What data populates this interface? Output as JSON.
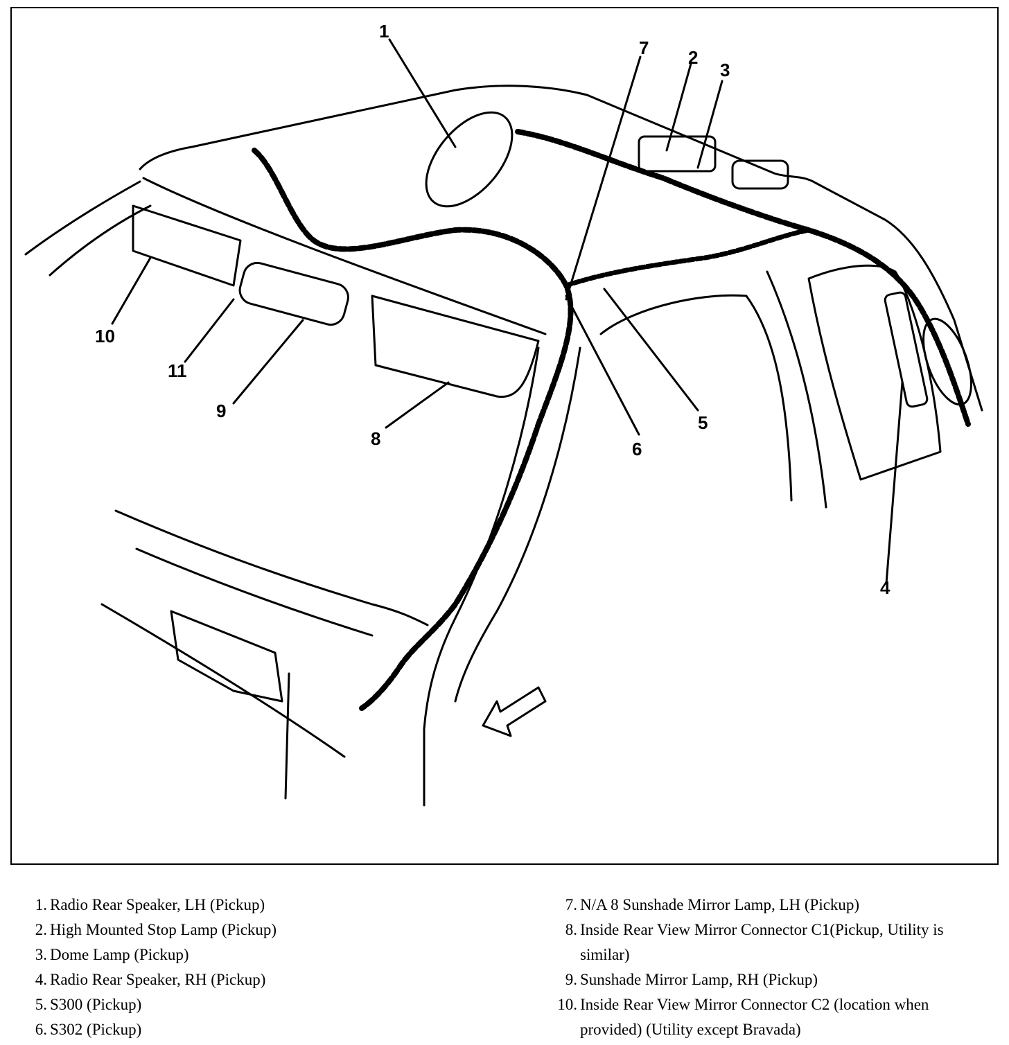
{
  "figure": {
    "callouts": [
      "1",
      "2",
      "3",
      "4",
      "5",
      "6",
      "7",
      "8",
      "9",
      "10",
      "11"
    ]
  },
  "legend": {
    "left": [
      {
        "num": "1.",
        "text": "Radio Rear Speaker, LH (Pickup)"
      },
      {
        "num": "2.",
        "text": "High Mounted Stop Lamp (Pickup)"
      },
      {
        "num": "3.",
        "text": "Dome Lamp (Pickup)"
      },
      {
        "num": "4.",
        "text": "Radio Rear Speaker, RH (Pickup)"
      },
      {
        "num": "5.",
        "text": "S300 (Pickup)"
      },
      {
        "num": "6.",
        "text": "S302 (Pickup)"
      }
    ],
    "right": [
      {
        "num": "7.",
        "text": "N/A 8 Sunshade Mirror Lamp, LH (Pickup)"
      },
      {
        "num": "8.",
        "text": "Inside Rear View Mirror Connector C1(Pickup, Utility is similar)"
      },
      {
        "num": "9.",
        "text": "Sunshade Mirror Lamp, RH (Pickup)"
      },
      {
        "num": "10.",
        "text": "Inside Rear View Mirror Connector C2 (location when provided) (Utility except Bravada)"
      }
    ]
  }
}
